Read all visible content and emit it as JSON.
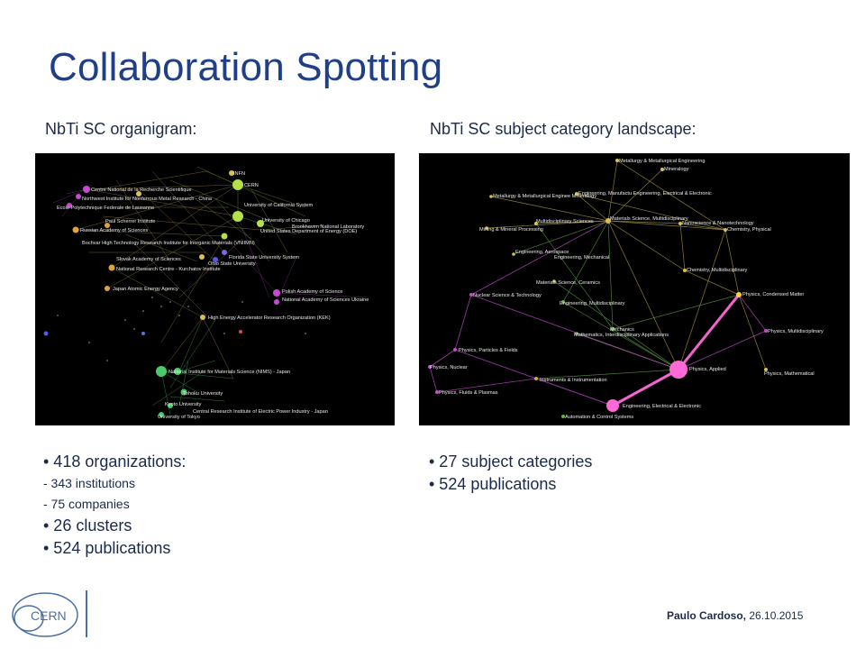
{
  "title": "Collaboration Spotting",
  "left": {
    "heading": "NbTi SC organigram:",
    "items": [
      "• 418 organizations:",
      "- 343 institutions",
      "- 75 companies",
      "• 26 clusters",
      "• 524 publications"
    ],
    "graph_labels": [
      "Centre National de la Recherche Scientifique",
      "Northwest Institute for Nonferrous Metal Research - China",
      "Ecole Polytechnique Federale de Lausanne",
      "Paul Scherrer Institute",
      "Russian Academy of Sciences",
      "Bochvar High Technology Research Institute for Inorganic Materials (VNIIMN)",
      "Slovak Academy of Sciences",
      "National Research Centre - Kurchatov Institute",
      "Japan Atomic Energy Agency",
      "INFN",
      "CERN",
      "University of California System",
      "University of Chicago",
      "Brookhaven National Laboratory",
      "United States Department of Energy (DOE)",
      "Florida State University System",
      "Ohio State University",
      "Polish Academy of Science",
      "National Academy of Sciences Ukraine",
      "High Energy Accelerator Research Organization (KEK)",
      "National Institute for Materials Science (NIMS) - Japan",
      "Tohoku University",
      "Kyoto University",
      "Central Research Institute of Electric Power Industry - Japan",
      "University of Tokyo"
    ]
  },
  "right": {
    "heading": "NbTi SC subject category landscape:",
    "items": [
      "• 27 subject categories",
      "• 524 publications"
    ],
    "graph_labels": [
      "Metallurgy & Metallurgical Engineering",
      "Mineralogy",
      "Engineering, Manufactu Engineering, Electrical & Electronic",
      "Metallurgy & Metallurgical Enginee Mineralogy",
      "Multidisciplinary Sciences",
      "Materials Science, Multidisciplinary",
      "Nanoscience & Nanotechnology",
      "Chemistry, Physical",
      "Mining & Mineral Processing",
      "Engineering, Aerospace",
      "Engineering, Mechanical",
      "Chemistry, Multidisciplinary",
      "Materials Science, Ceramics",
      "Nuclear Science & Technology",
      "Engineering, Multidisciplinary",
      "Physics, Condensed Matter",
      "Mechanics",
      "Mathematics, Interdisciplinary Applications",
      "Physics, Multidisciplinary",
      "Physics, Particles & Fields",
      "Physics, Nuclear",
      "Physics, Applied",
      "Physics, Mathematical",
      "Instruments & Instrumentation",
      "Physics, Fluids & Plasmas",
      "Engineering, Electrical & Electronic",
      "Automation & Control Systems"
    ]
  },
  "footer": {
    "author": "Paulo Cardoso,",
    "date": " 26.10.2015"
  },
  "logo": {
    "text": "CERN"
  }
}
